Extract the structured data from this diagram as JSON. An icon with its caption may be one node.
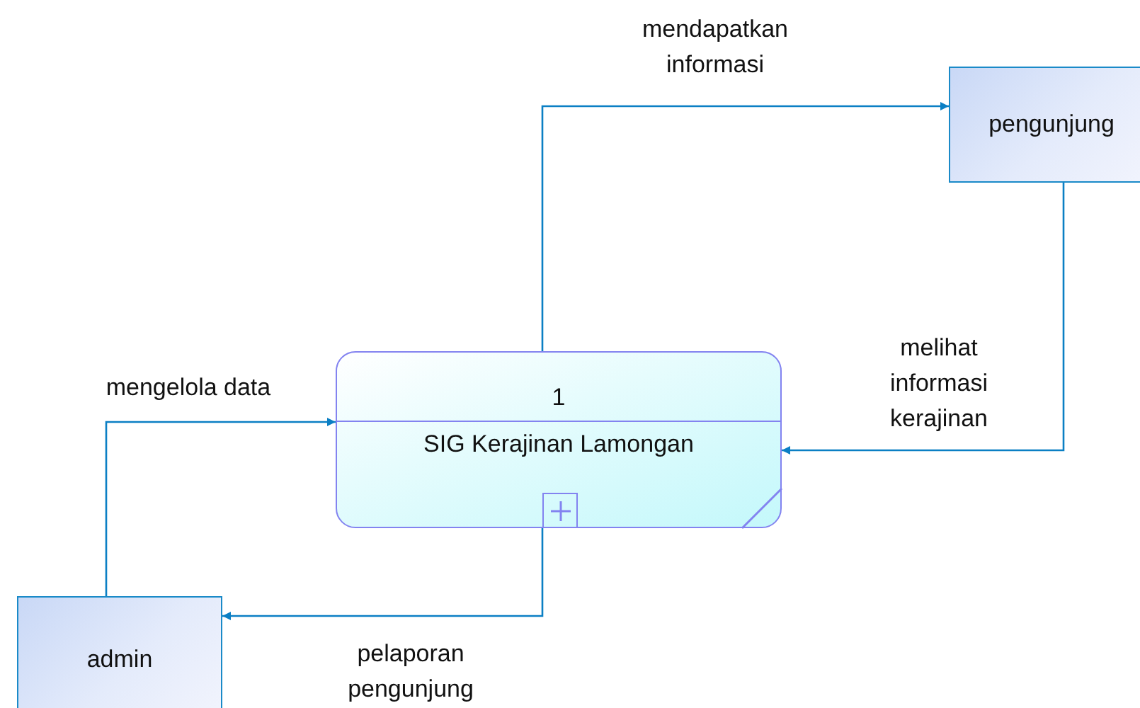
{
  "diagram": {
    "nodes": [
      {
        "text": [
          "1",
          "SIG Kerajinan Lamongan"
        ]
      },
      {
        "text": [
          "pengunjung"
        ]
      },
      {
        "text": [
          "admin"
        ]
      }
    ],
    "edges": [
      {
        "from": 0,
        "to": 1,
        "arrow": "to",
        "label": "mendapatkan informasi"
      },
      {
        "from": 1,
        "to": 0,
        "arrow": "to",
        "label": "melihat informasi kerajinan"
      },
      {
        "from": 2,
        "to": 0,
        "arrow": "to",
        "label": "mengelola data"
      },
      {
        "from": 0,
        "to": 2,
        "arrow": "to",
        "label": "pelaporan pengunjung"
      }
    ]
  }
}
